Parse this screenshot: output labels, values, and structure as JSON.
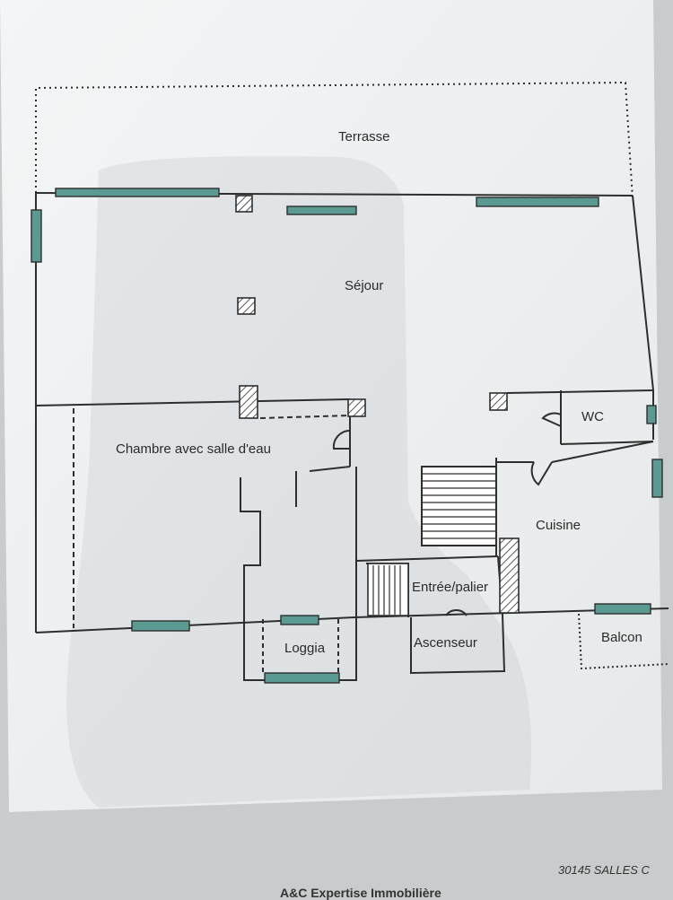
{
  "plan": {
    "rooms": {
      "terrasse": "Terrasse",
      "sejour": "Séjour",
      "chambre": "Chambre avec salle d'eau",
      "wc": "WC",
      "cuisine": "Cuisine",
      "entree": "Entrée/palier",
      "loggia": "Loggia",
      "ascenseur": "Ascenseur",
      "balcon": "Balcon"
    }
  },
  "footer": {
    "address": "30145 SALLES C",
    "company": "A&C Expertise Immobilière"
  },
  "colors": {
    "wall": "#2e2e2e",
    "window": "#5a9a92",
    "paper": "#eef1f2"
  }
}
